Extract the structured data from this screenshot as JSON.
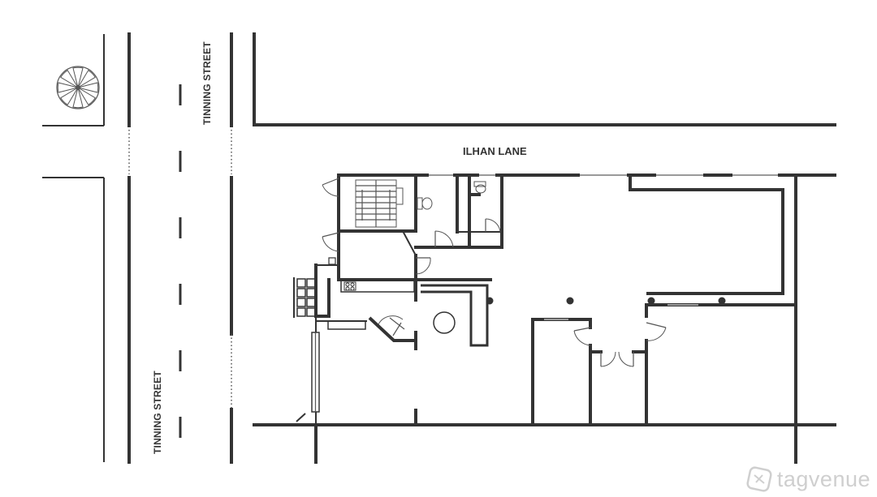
{
  "labels": {
    "street_top": "TINNING STREET",
    "street_bottom": "TINNING STREET",
    "lane": "ILHAN LANE"
  },
  "watermark": {
    "text": "tagvenue",
    "icon": "tagvenue-logo-icon"
  },
  "colors": {
    "wall": "#333333",
    "window": "#9a9a9a",
    "watermark": "#cfcfcf"
  }
}
